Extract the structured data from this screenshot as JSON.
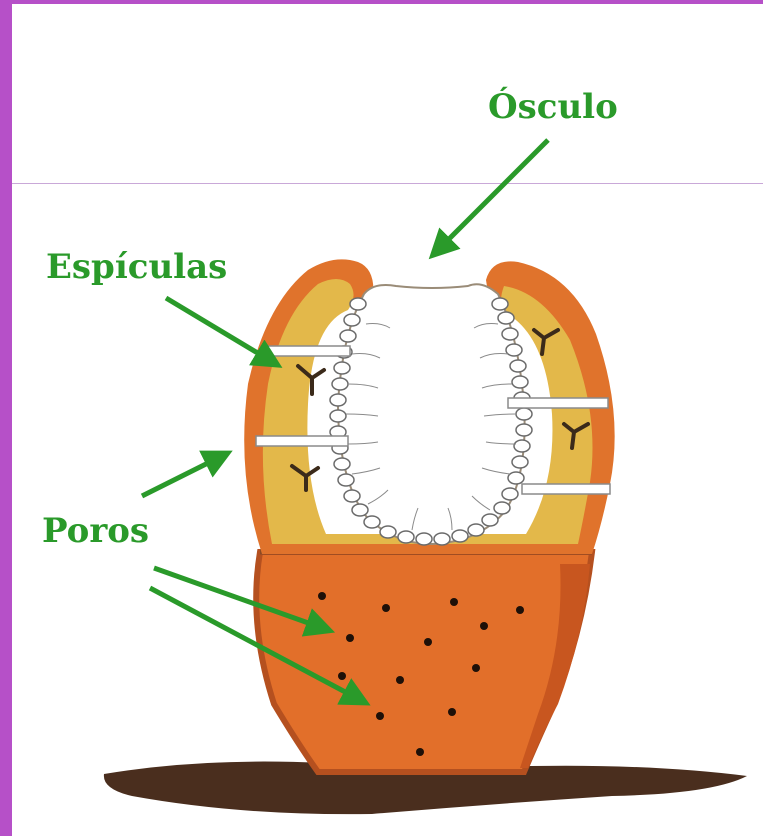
{
  "labels": {
    "osculo": "Ósculo",
    "espiculas": "Espículas",
    "poros": "Poros"
  },
  "colors": {
    "frame": "#b650c8",
    "label": "#2a9a2a",
    "outer_wall": "#e0732c",
    "mesohyl": "#e3b84a",
    "base": "#e26f2a",
    "ground": "#4a2e1e"
  }
}
